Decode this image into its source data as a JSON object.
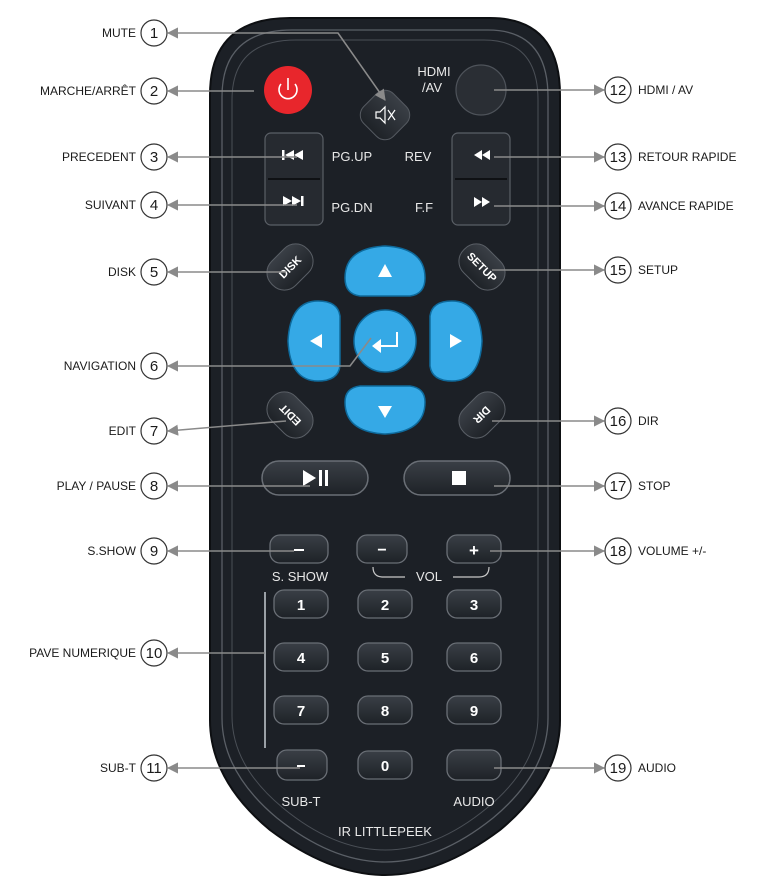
{
  "callouts": {
    "left": [
      {
        "num": "1",
        "label": "MUTE"
      },
      {
        "num": "2",
        "label": "MARCHE/ARRÊT"
      },
      {
        "num": "3",
        "label": "PRECEDENT"
      },
      {
        "num": "4",
        "label": "SUIVANT"
      },
      {
        "num": "5",
        "label": "DISK"
      },
      {
        "num": "6",
        "label": "NAVIGATION"
      },
      {
        "num": "7",
        "label": "EDIT"
      },
      {
        "num": "8",
        "label": "PLAY / PAUSE"
      },
      {
        "num": "9",
        "label": "S.SHOW"
      },
      {
        "num": "10",
        "label": "PAVE NUMERIQUE"
      },
      {
        "num": "11",
        "label": "SUB-T"
      }
    ],
    "right": [
      {
        "num": "12",
        "label": "HDMI / AV"
      },
      {
        "num": "13",
        "label": "RETOUR RAPIDE"
      },
      {
        "num": "14",
        "label": "AVANCE RAPIDE"
      },
      {
        "num": "15",
        "label": "SETUP"
      },
      {
        "num": "16",
        "label": "DIR"
      },
      {
        "num": "17",
        "label": "STOP"
      },
      {
        "num": "18",
        "label": "VOLUME +/-"
      },
      {
        "num": "19",
        "label": "AUDIO"
      }
    ]
  },
  "remote": {
    "hdmi_label_line1": "HDMI",
    "hdmi_label_line2": "/AV",
    "pgup": "PG.UP",
    "pgdn": "PG.DN",
    "rev": "REV",
    "ff": "F.F",
    "disk": "DISK",
    "setup": "SETUP",
    "edit": "EDIT",
    "dir": "DIR",
    "sshow": "S. SHOW",
    "vol": "VOL",
    "minus": "−",
    "plus": "+",
    "sub_t": "SUB-T",
    "audio": "AUDIO",
    "brand": "IR LITTLEPEEK",
    "digits": [
      "1",
      "2",
      "3",
      "4",
      "5",
      "6",
      "7",
      "8",
      "9",
      "0"
    ]
  },
  "colors": {
    "body": "#1c2026",
    "power": "#e8262c",
    "nav": "#35a9e6",
    "button": "#25292f"
  }
}
